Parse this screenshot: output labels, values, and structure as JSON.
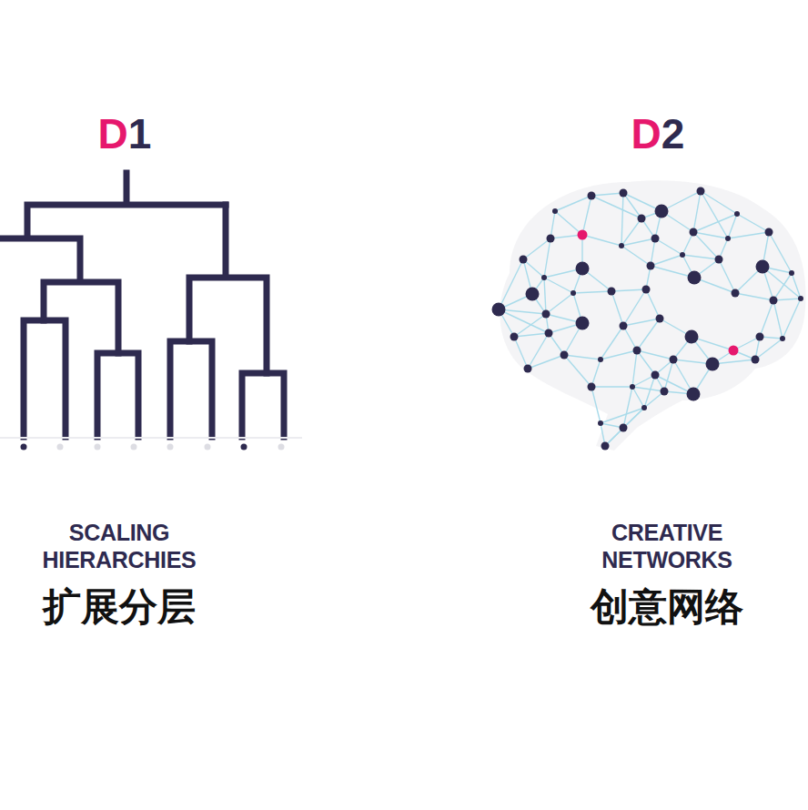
{
  "diagram": {
    "labels": [
      "D1",
      "SCALING HIERARCHIES",
      "扩展分层",
      "D2",
      "CREATIVE NETWORKS",
      "创意网络"
    ]
  }
}
